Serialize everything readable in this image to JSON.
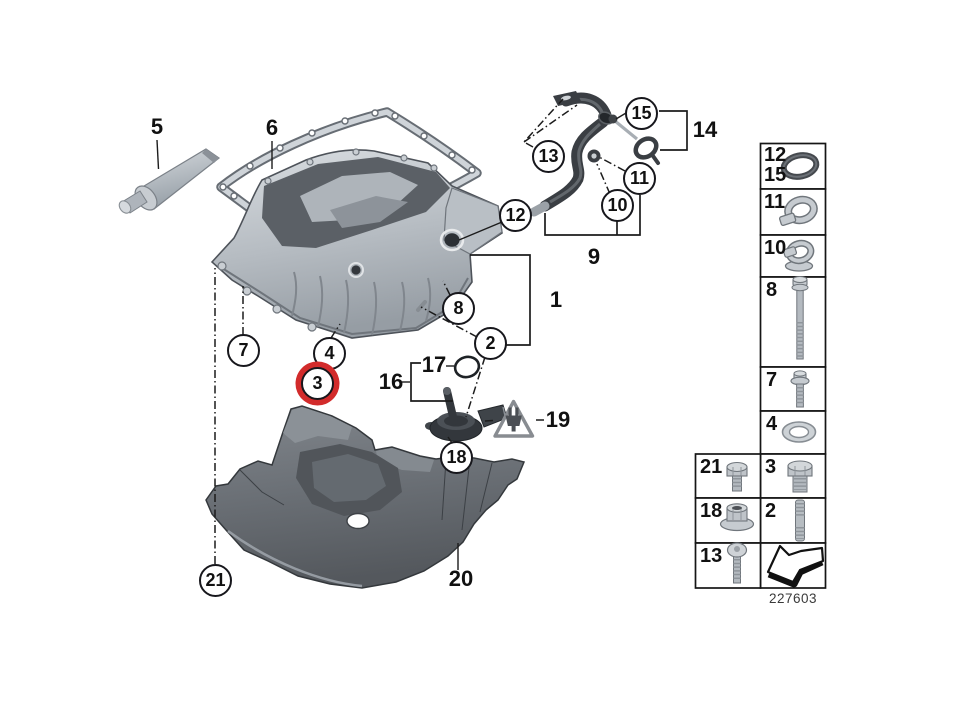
{
  "diagram": {
    "circled_callouts": [
      {
        "label": "13"
      },
      {
        "label": "15"
      },
      {
        "label": "11"
      },
      {
        "label": "10"
      },
      {
        "label": "12"
      },
      {
        "label": "8"
      },
      {
        "label": "2"
      },
      {
        "label": "7"
      },
      {
        "label": "4"
      },
      {
        "label": "3",
        "highlighted": true
      },
      {
        "label": "18"
      },
      {
        "label": "21"
      }
    ],
    "plain_labels": [
      {
        "label": "5"
      },
      {
        "label": "6"
      },
      {
        "label": "14"
      },
      {
        "label": "9"
      },
      {
        "label": "1"
      },
      {
        "label": "16"
      },
      {
        "label": "17"
      },
      {
        "label": "19"
      },
      {
        "label": "20"
      }
    ],
    "highlight": {
      "callout": "3",
      "color": "#d22b2b"
    },
    "illustrations": [
      "sealant-tube",
      "oil-pan-gasket",
      "oil-pan",
      "dipstick-guide-tube",
      "dipstick",
      "oil-level-sensor",
      "sensor-o-ring",
      "electrical-plug-warning-triangle",
      "acoustic-cover"
    ]
  },
  "legend": {
    "drawing_number": "227603",
    "rows": [
      {
        "ref_labels": [
          "12",
          "15"
        ],
        "icon": "o-ring-icon"
      },
      {
        "ref_labels": [
          "11"
        ],
        "icon": "tube-clip-icon"
      },
      {
        "ref_labels": [
          "10"
        ],
        "icon": "tube-clip-grommet-icon"
      },
      {
        "ref_labels": [
          "8"
        ],
        "icon": "long-hex-bolt-icon"
      },
      {
        "ref_labels": [
          "7"
        ],
        "icon": "flange-screw-icon"
      },
      {
        "ref_labels": [
          "4"
        ],
        "icon": "sealing-washer-icon"
      },
      {
        "ref_labels": [
          "21"
        ],
        "icon": "hex-flange-bolt-icon"
      },
      {
        "ref_labels": [
          "3"
        ],
        "icon": "oil-drain-plug-icon"
      },
      {
        "ref_labels": [
          "18"
        ],
        "icon": "flange-nut-icon"
      },
      {
        "ref_labels": [
          "2"
        ],
        "icon": "stud-bolt-icon"
      },
      {
        "ref_labels": [
          "13"
        ],
        "icon": "torx-screw-icon"
      },
      {
        "ref_labels": [],
        "icon": "installation-direction-arrow-icon"
      }
    ]
  }
}
